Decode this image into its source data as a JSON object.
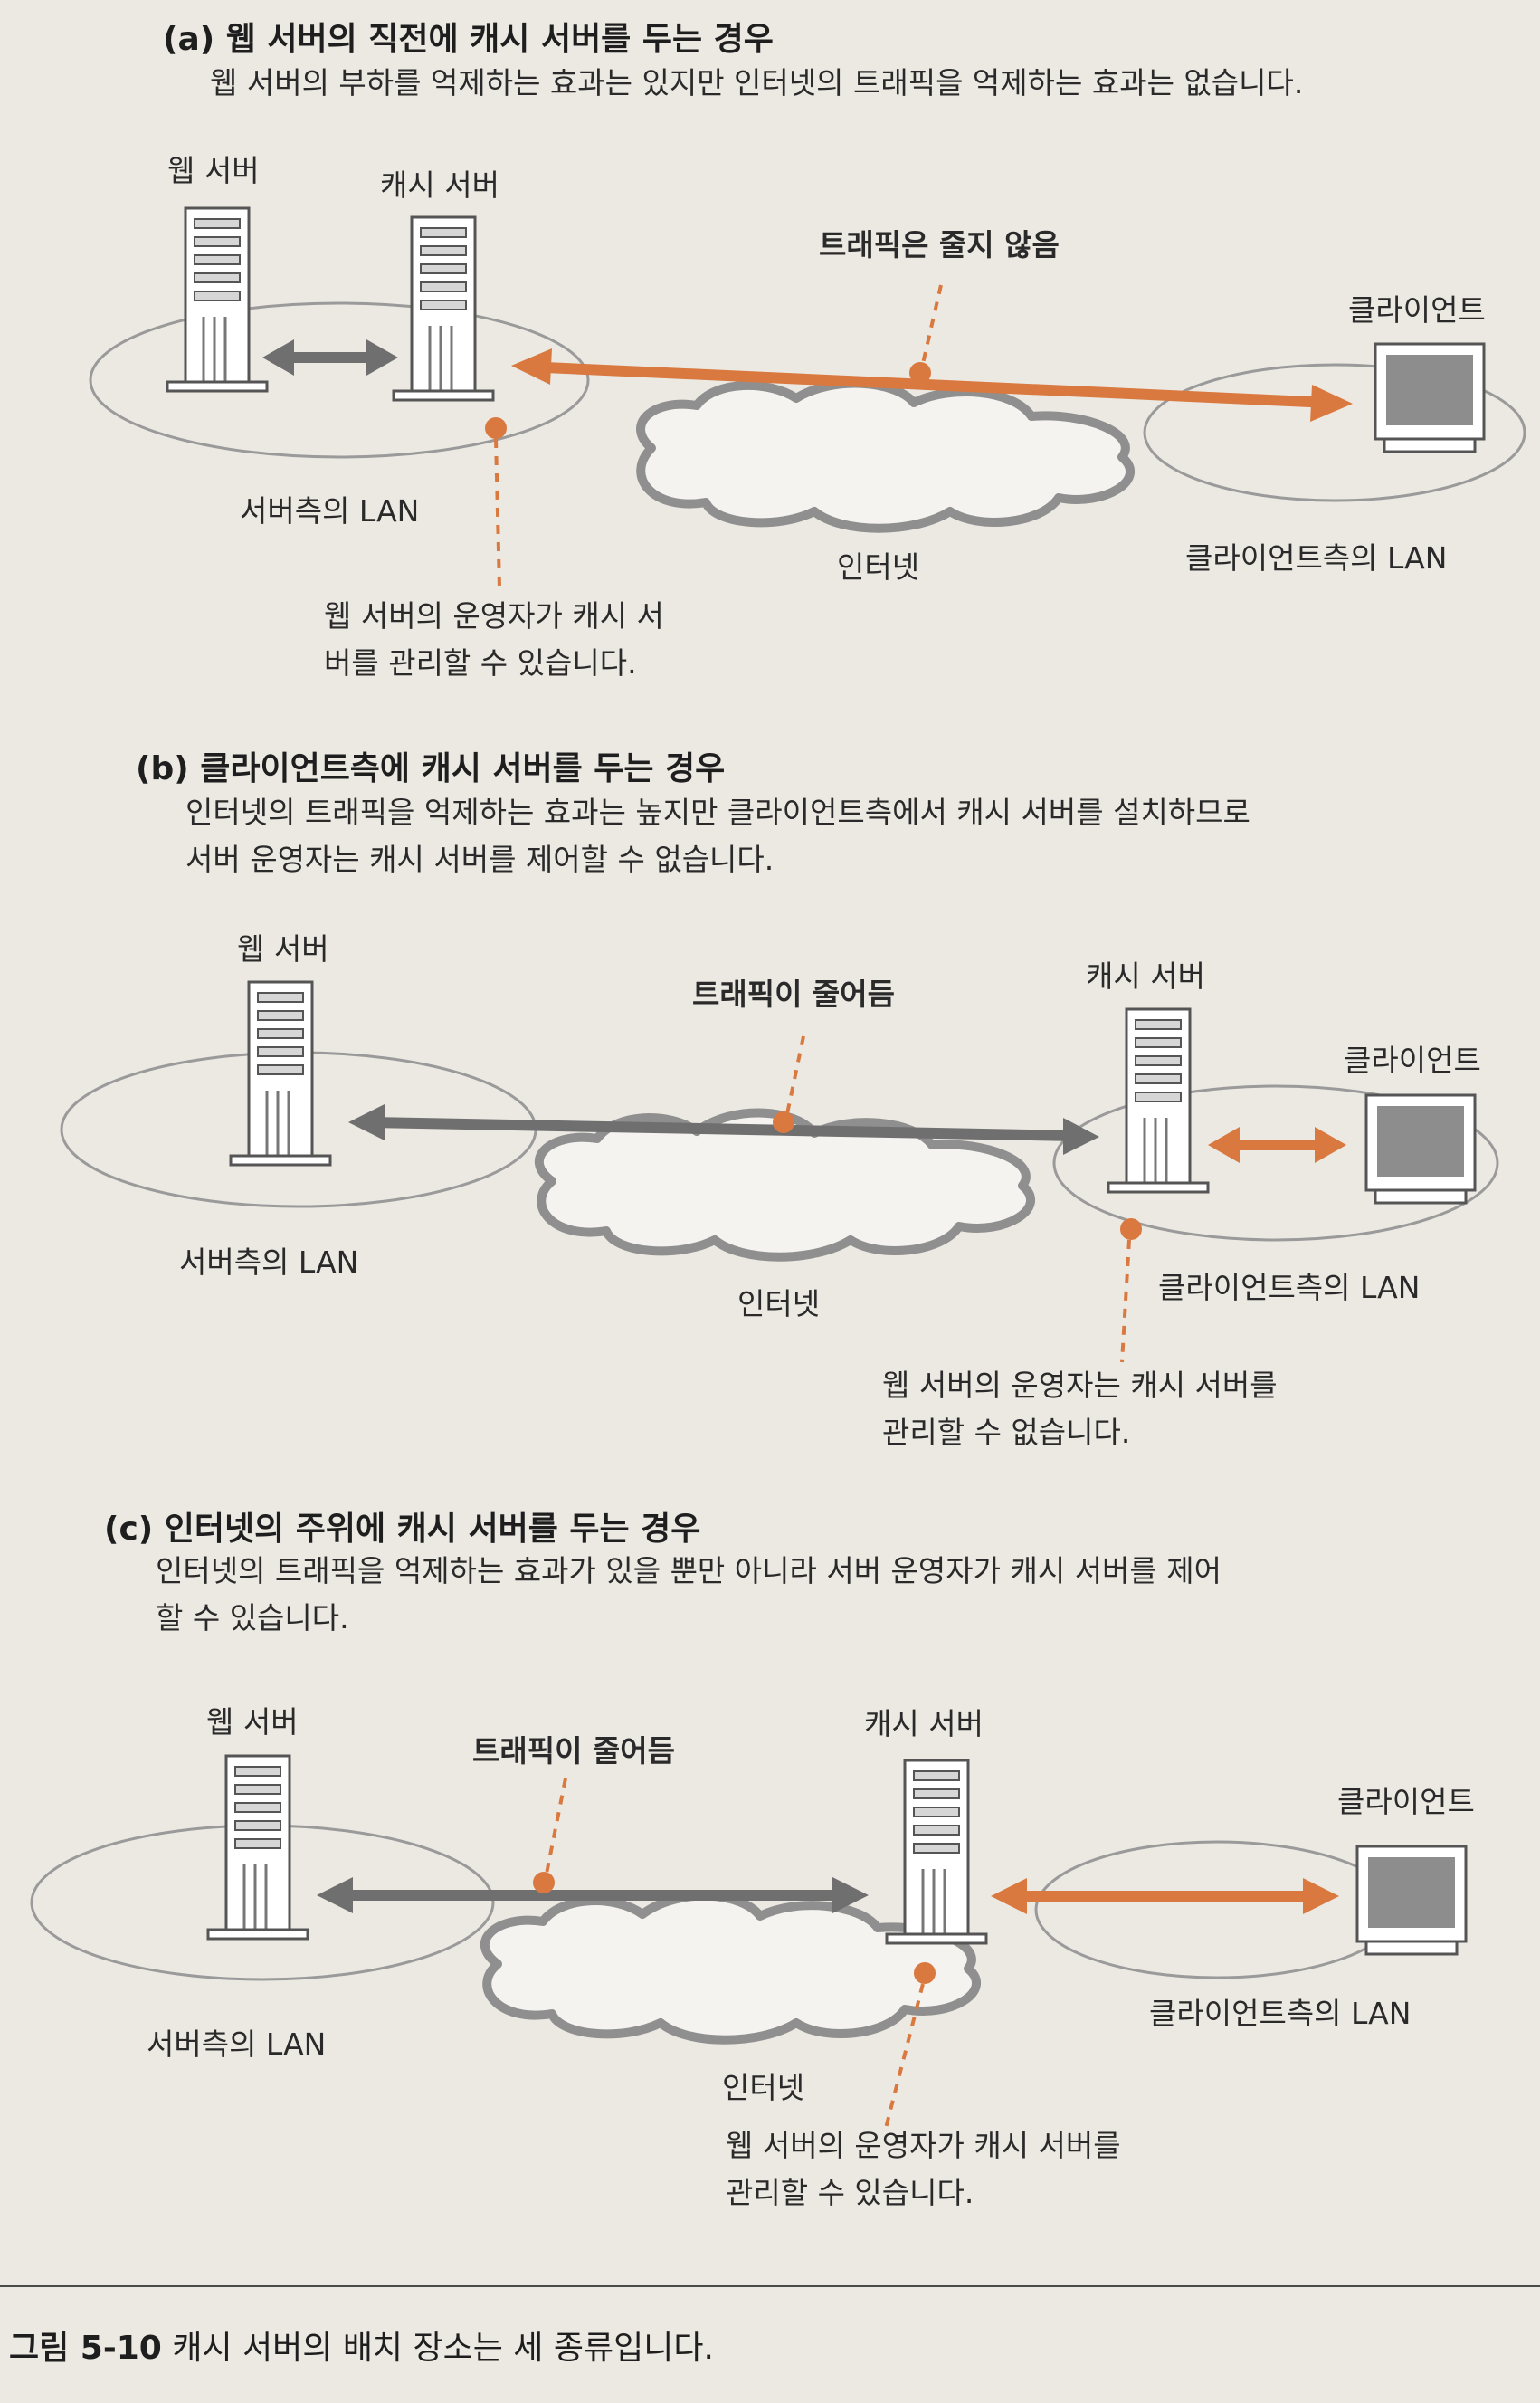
{
  "panels": [
    {
      "heading": "(a) 웹 서버의 직전에 캐시 서버를 두는 경우",
      "desc_lines": [
        "웹 서버의 부하를 억제하는 효과는 있지만 인터넷의 트래픽을 억제하는 효과는 없습니다."
      ],
      "web_server": "웹 서버",
      "cache_server": "캐시 서버",
      "traffic": "트래픽은 줄지 않음",
      "client": "클라이언트",
      "server_lan": "서버측의 LAN",
      "internet": "인터넷",
      "client_lan": "클라이언트측의 LAN",
      "note_lines": [
        "웹 서버의 운영자가 캐시 서",
        "버를 관리할 수 있습니다."
      ]
    },
    {
      "heading": "(b) 클라이언트측에 캐시 서버를 두는 경우",
      "desc_lines": [
        "인터넷의 트래픽을 억제하는 효과는 높지만 클라이언트측에서 캐시 서버를 설치하므로",
        "서버 운영자는 캐시 서버를 제어할 수 없습니다."
      ],
      "web_server": "웹 서버",
      "cache_server": "캐시 서버",
      "traffic": "트래픽이 줄어듬",
      "client": "클라이언트",
      "server_lan": "서버측의 LAN",
      "internet": "인터넷",
      "client_lan": "클라이언트측의 LAN",
      "note_lines": [
        "웹 서버의 운영자는 캐시 서버를",
        "관리할 수 없습니다."
      ]
    },
    {
      "heading": "(c) 인터넷의 주위에 캐시 서버를 두는 경우",
      "desc_lines": [
        "인터넷의 트래픽을 억제하는 효과가 있을 뿐만 아니라 서버 운영자가 캐시 서버를 제어",
        "할 수 있습니다."
      ],
      "web_server": "웹 서버",
      "cache_server": "캐시 서버",
      "traffic": "트래픽이 줄어듬",
      "client": "클라이언트",
      "server_lan": "서버측의 LAN",
      "internet": "인터넷",
      "client_lan": "클라이언트측의 LAN",
      "note_lines": [
        "웹 서버의 운영자가 캐시 서버를",
        "관리할 수 있습니다."
      ]
    }
  ],
  "caption": {
    "number": "그림 5-10",
    "text": "캐시 서버의 배치 장소는 세 종류입니다."
  },
  "colors": {
    "orange": "#d9793f",
    "gray_arrow": "#6f6f6f",
    "cloud": "#8f8f8f",
    "lan_ellipse": "#9a9a9a"
  }
}
